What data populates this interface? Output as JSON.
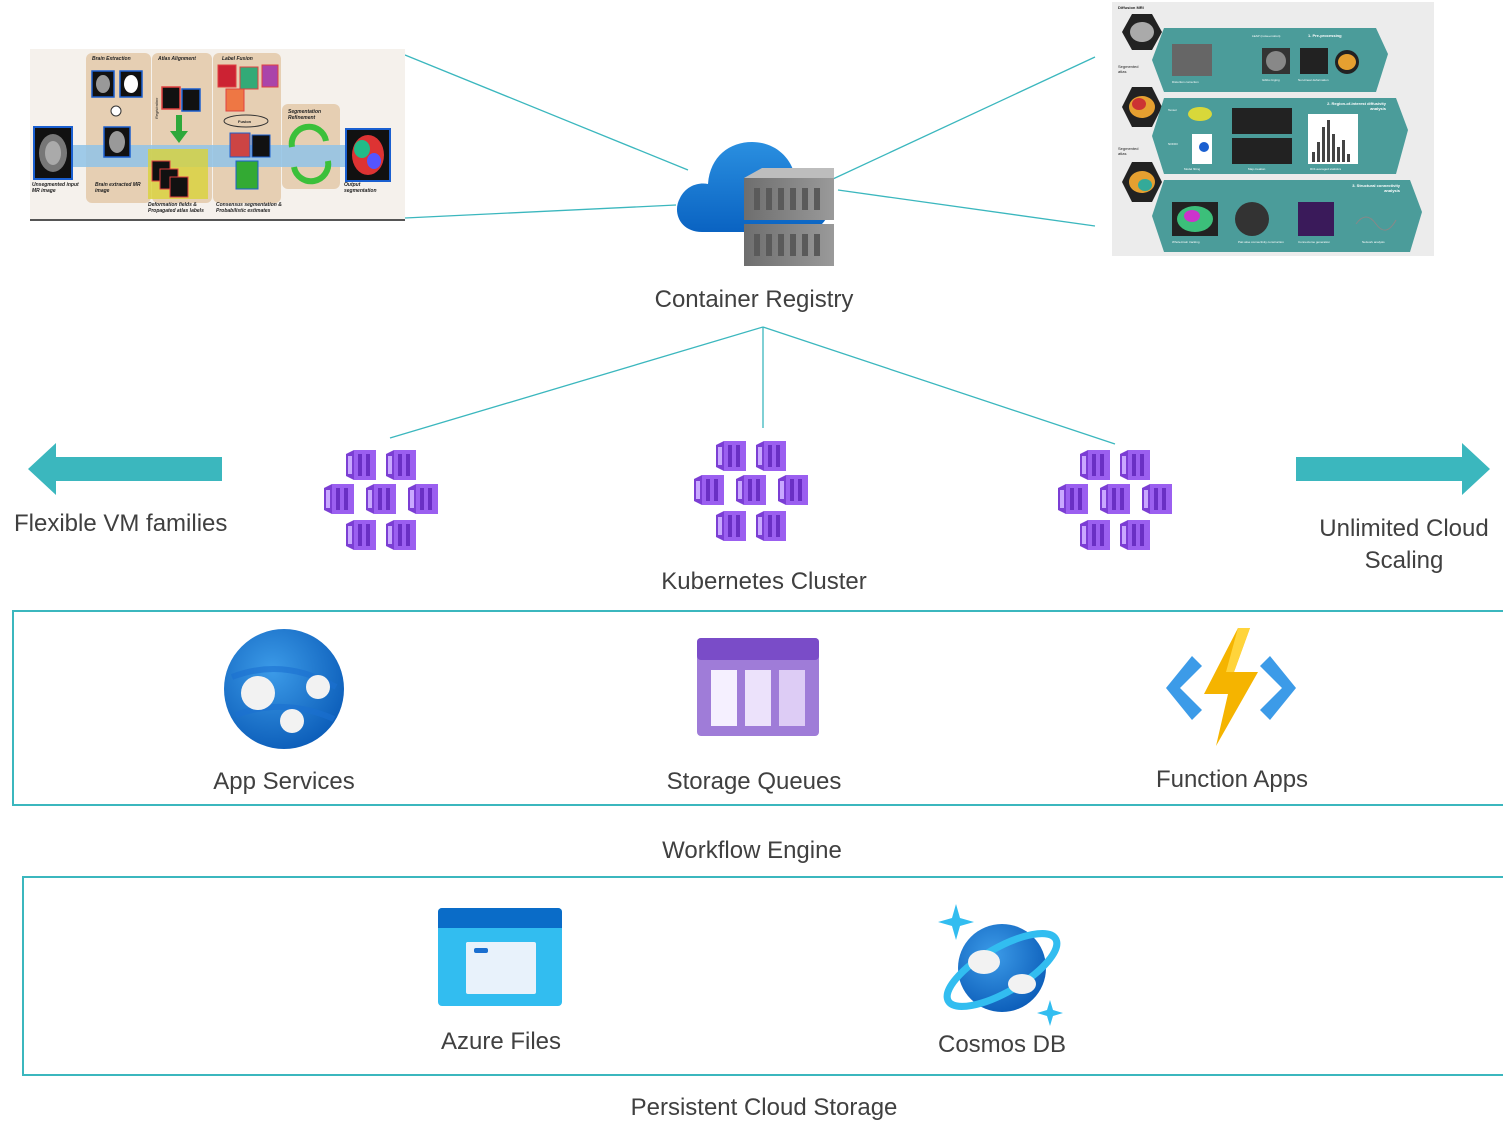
{
  "diagram": {
    "registry": {
      "label": "Container Registry",
      "icon": "container-registry-icon"
    },
    "cluster": {
      "label": "Kubernetes Cluster",
      "icon": "kubernetes-pods-icon"
    },
    "left_arrow": {
      "label": "Flexible VM families"
    },
    "right_arrow": {
      "label_line1": "Unlimited Cloud",
      "label_line2": "Scaling"
    },
    "workflow": {
      "caption": "Workflow Engine",
      "items": [
        {
          "label": "App Services",
          "icon": "app-services-icon"
        },
        {
          "label": "Storage Queues",
          "icon": "storage-queues-icon"
        },
        {
          "label": "Function Apps",
          "icon": "function-apps-icon"
        }
      ]
    },
    "storage": {
      "caption": "Persistent Cloud Storage",
      "items": [
        {
          "label": "Azure Files",
          "icon": "azure-files-icon"
        },
        {
          "label": "Cosmos DB",
          "icon": "cosmos-db-icon"
        }
      ]
    },
    "left_pipeline": {
      "stages": [
        "Brain Extraction",
        "Atlas Alignment",
        "Label Fusion",
        "Segmentation Refinement"
      ],
      "captions": [
        "Unsegmented input MR image",
        "Brain extracted MR image",
        "Deformation fields & Propagated atlas labels",
        "Consensus segmentation & Probabilistic estimates",
        "Output segmentation"
      ],
      "inner": [
        "Registration",
        "Fusion"
      ]
    },
    "right_pipeline": {
      "inputs": [
        "Diffusion MRI",
        "Segmented atlas",
        "Segmented atlas"
      ],
      "steps": [
        "1. Pre-processing",
        "2. Region-of-interest diffusivity analysis",
        "3. Structural connectivity analysis"
      ],
      "step1_labels": [
        "LEAP (noise+motion)",
        "Distortion correction",
        "Gibbs ringing",
        "Non-linear deformation"
      ],
      "step2_labels": [
        "Tensor",
        "NODDI",
        "Model fitting",
        "Map creation",
        "ROI-averaged statistics"
      ],
      "step3_labels": [
        "Whole-brain tracking",
        "Pair-wise connectivity construction",
        "Connectome generation",
        "Network analysis"
      ]
    },
    "colors": {
      "teal": "#3bb7be",
      "purple": "#8a4fd8",
      "azure": "#0078d4"
    }
  }
}
